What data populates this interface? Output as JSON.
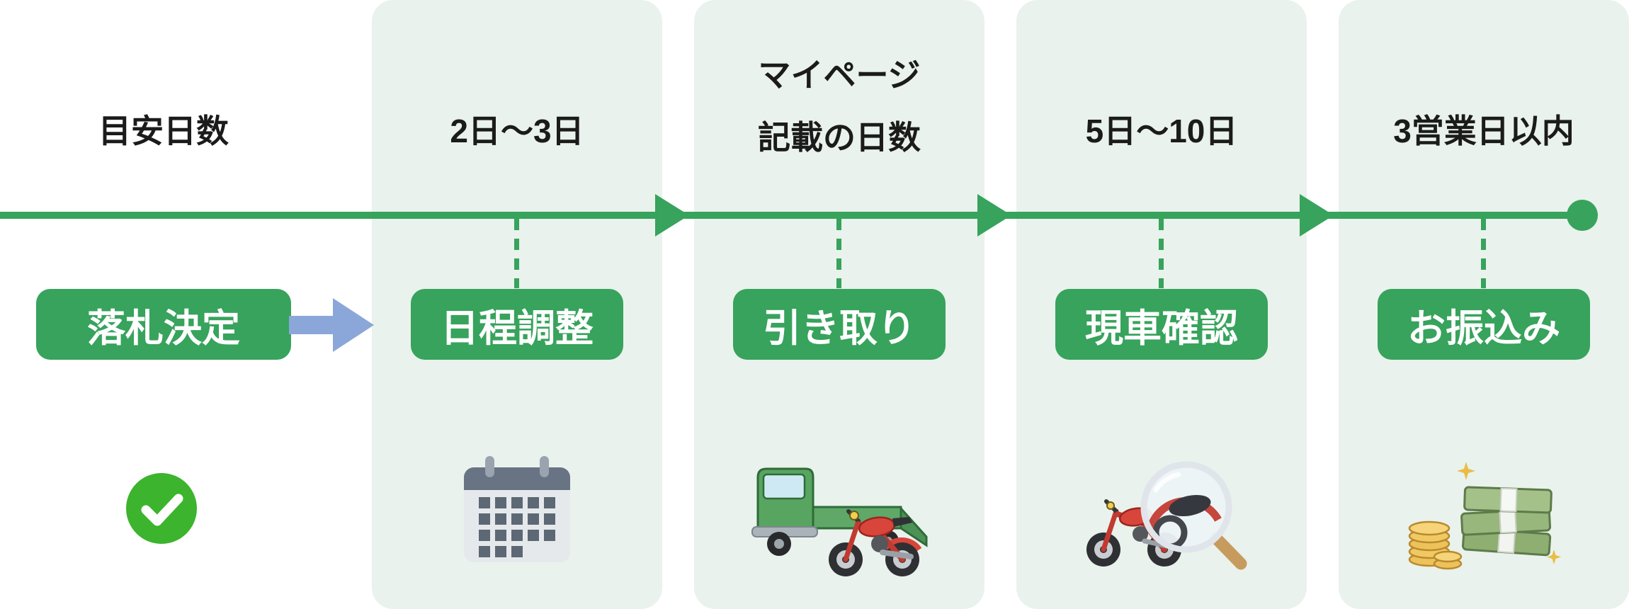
{
  "colors": {
    "panel-bg": "#e9f2ec",
    "green": "#37a35c",
    "check-green": "#3cb42d",
    "blue-arrow": "#8ba7d9",
    "text": "#1b1b1b"
  },
  "header": {
    "legend": "目安日数"
  },
  "steps": [
    {
      "label": "落札決定",
      "duration": "",
      "icon": "check-circle"
    },
    {
      "label": "日程調整",
      "duration": "2日〜3日",
      "icon": "calendar"
    },
    {
      "label": "引き取り",
      "duration_line1": "マイページ",
      "duration_line2": "記載の日数",
      "icon": "tow-truck"
    },
    {
      "label": "現車確認",
      "duration": "5日〜10日",
      "icon": "motorcycle-magnifier"
    },
    {
      "label": "お振込み",
      "duration": "3営業日以内",
      "icon": "money-coins"
    }
  ]
}
